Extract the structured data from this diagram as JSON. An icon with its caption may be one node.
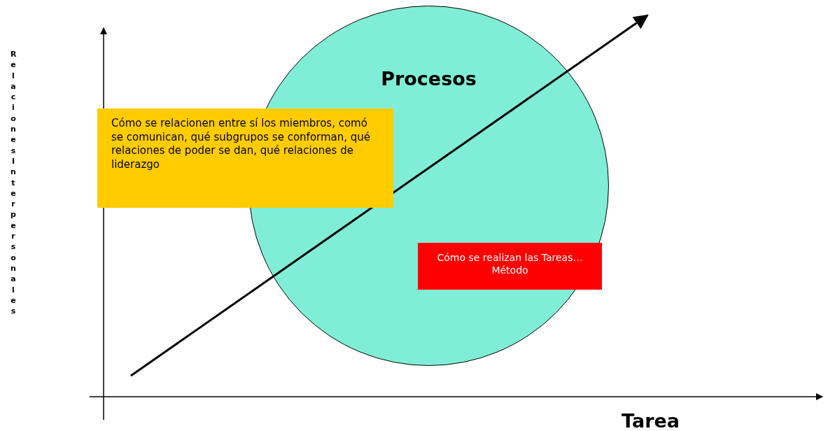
{
  "diagram": {
    "nodes": [
      {
        "text": [
          "Procesos"
        ]
      },
      {
        "text": [
          "Cómo se relacionen entre sí los miembros, comó se comunican, qué subgrupos se conforman, qué relaciones de poder se dan, qué relaciones de liderazgo"
        ]
      },
      {
        "text": [
          "Cómo se realizan las Tareas…Método"
        ],
        "in": 0
      }
    ],
    "edges": [],
    "labels": [
      "RelacionesInterpersonales",
      "Tarea"
    ]
  }
}
